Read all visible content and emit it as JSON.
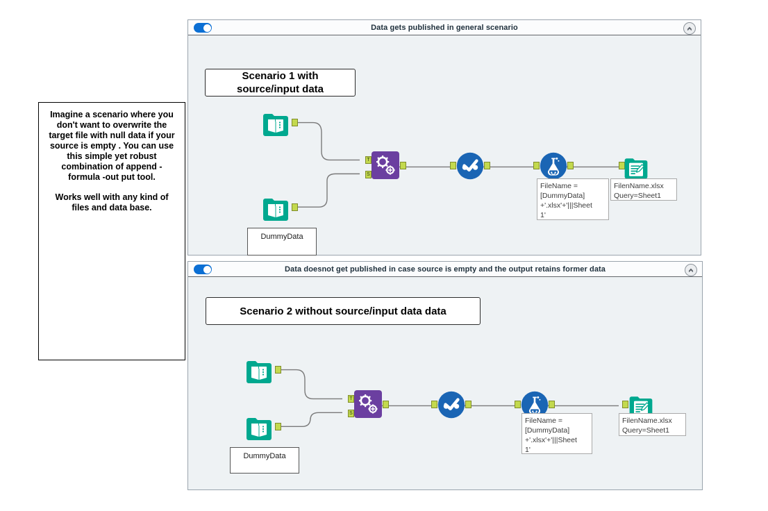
{
  "comment": {
    "lines": [
      "Imagine a scenario where you",
      "don't want to overwrite  the",
      "target file with null data  if your",
      "source is empty . You can use",
      "this simple yet robust",
      "combination of append -",
      "formula -out put tool.",
      "",
      "Works well with any kind of",
      "files and data base."
    ],
    "text": "Imagine a scenario where you don't want to overwrite  the target file with null data  if your source is empty . You can use this simple yet robust combination of append - formula -out put tool.\n\nWorks well with any kind of files and data base."
  },
  "colors": {
    "container_background": "#eef2f4",
    "container_header": "#fbfcfd",
    "container_border": "#9aa4ad",
    "toggle_on": "#0b6fd4",
    "input_tool": "#00a88f",
    "union_tool": "#6b3fa0",
    "formula_tool": "#1a65b4",
    "output_tool": "#00a88f",
    "anchor": "#c3d94e",
    "wire": "#7a7a7a"
  },
  "containers": [
    {
      "id": "container-1",
      "title": "Data gets published in general scenario",
      "toggle": "on",
      "collapse_icon": "chevron-up-icon",
      "scenario_label": "Scenario 1 with\nsource/input data",
      "scenario_label_line1": "Scenario 1 with",
      "scenario_label_line2": "source/input data",
      "tools": [
        {
          "name": "input-data-tool-top",
          "icon": "book-input-icon",
          "label": ""
        },
        {
          "name": "input-data-tool-bottom",
          "icon": "book-input-icon",
          "label": "DummyData"
        },
        {
          "name": "union-append-tool",
          "icon": "gears-icon",
          "inputs": [
            "T",
            "S"
          ]
        },
        {
          "name": "filter-tool",
          "icon": "check-oval-icon"
        },
        {
          "name": "formula-tool",
          "icon": "flask-icon"
        },
        {
          "name": "output-data-tool",
          "icon": "document-pencil-icon"
        }
      ],
      "annotations": {
        "dummydata_label": "DummyData",
        "formula_note": "FileName =\n[DummyData]\n+'.xlsx'+'|||Sheet\n1'",
        "output_note": "FilenName.xlsx\nQuery=Sheet1"
      }
    },
    {
      "id": "container-2",
      "title": "Data doesnot get  published in case source is empty and the output retains former data",
      "toggle": "on",
      "collapse_icon": "chevron-up-icon",
      "scenario_label": "Scenario 2 without source/input data   data",
      "scenario_label_line1": "Scenario 2 without source/input data   data",
      "scenario_label_line2": "",
      "tools": [
        {
          "name": "input-data-tool-top",
          "icon": "book-input-icon",
          "label": ""
        },
        {
          "name": "input-data-tool-bottom",
          "icon": "book-input-icon",
          "label": "DummyData"
        },
        {
          "name": "union-append-tool",
          "icon": "gears-icon",
          "inputs": [
            "T",
            "S"
          ]
        },
        {
          "name": "filter-tool",
          "icon": "check-oval-icon"
        },
        {
          "name": "formula-tool",
          "icon": "flask-icon"
        },
        {
          "name": "output-data-tool",
          "icon": "document-pencil-icon"
        }
      ],
      "annotations": {
        "dummydata_label": "DummyData",
        "formula_note": "FileName =\n[DummyData]\n+'.xlsx'+'|||Sheet\n1'",
        "output_note": "FilenName.xlsx\nQuery=Sheet1"
      }
    }
  ],
  "anchor_labels": {
    "target": "T",
    "source": "S"
  }
}
